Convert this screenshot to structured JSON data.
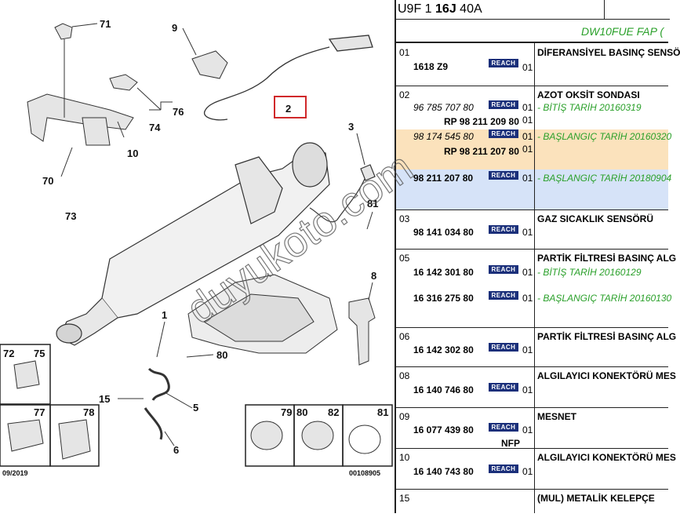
{
  "header": {
    "model_a": "U9F 1 ",
    "model_b": "16J",
    "model_c": " 40A",
    "engine": "DW10FUE FAP ("
  },
  "diagram": {
    "callouts": [
      "71",
      "9",
      "76",
      "74",
      "10",
      "70",
      "73",
      "2",
      "3",
      "81",
      "8",
      "1",
      "80",
      "15",
      "5",
      "6"
    ],
    "date_code": "09/2019",
    "ref_code": "00108905",
    "inset_left_labels": [
      "72",
      "75",
      "77",
      "78"
    ],
    "inset_right_labels": [
      "79",
      "80",
      "82",
      "81"
    ]
  },
  "watermark": "duyukoto.com",
  "rows": [
    {
      "idx": "01",
      "desc": "DİFERANSİYEL BASINÇ SENSÖ",
      "parts": [
        {
          "pn": "1618 Z9",
          "reach": "REACH",
          "qty": "01"
        }
      ]
    },
    {
      "idx": "02",
      "desc": "AZOT OKSİT SONDASI",
      "parts": [
        {
          "pn": "96 785 707 80",
          "reach": "REACH",
          "qty": "01",
          "note": "- BİTİŞ TARİH 20160319"
        },
        {
          "pn": "RP 98 211 209 80",
          "qty": "01"
        },
        {
          "pn": "98 174 545 80",
          "reach": "REACH",
          "qty": "01",
          "note": "- BAŞLANGIÇ TARİH 20160320"
        },
        {
          "pn": "RP 98 211 207 80",
          "qty": "01"
        },
        {
          "pn": "98 211 207 80",
          "reach": "REACH",
          "qty": "01",
          "note": "- BAŞLANGIÇ TARİH 20180904"
        }
      ]
    },
    {
      "idx": "03",
      "desc": "GAZ SICAKLIK SENSÖRÜ",
      "parts": [
        {
          "pn": "98 141 034 80",
          "reach": "REACH",
          "qty": "01"
        }
      ]
    },
    {
      "idx": "05",
      "desc": "PARTİK FİLTRESİ BASINÇ ALG",
      "parts": [
        {
          "pn": "16 142 301 80",
          "reach": "REACH",
          "qty": "01",
          "note": "- BİTİŞ TARİH 20160129"
        },
        {
          "pn": "16 316 275 80",
          "reach": "REACH",
          "qty": "01",
          "note": "- BAŞLANGIÇ TARİH 20160130"
        }
      ]
    },
    {
      "idx": "06",
      "desc": "PARTİK FİLTRESİ BASINÇ ALG",
      "parts": [
        {
          "pn": "16 142 302 80",
          "reach": "REACH",
          "qty": "01"
        }
      ]
    },
    {
      "idx": "08",
      "desc": "ALGILAYICI KONEKTÖRÜ MES",
      "parts": [
        {
          "pn": "16 140 746 80",
          "reach": "REACH",
          "qty": "01"
        }
      ]
    },
    {
      "idx": "09",
      "desc": "MESNET",
      "parts": [
        {
          "pn": "16 077 439 80",
          "reach": "REACH",
          "qty": "01",
          "extra": "NFP"
        }
      ]
    },
    {
      "idx": "10",
      "desc": "ALGILAYICI KONEKTÖRÜ MES",
      "parts": [
        {
          "pn": "16 140 743 80",
          "reach": "REACH",
          "qty": "01"
        }
      ]
    },
    {
      "idx": "15",
      "desc": "(MUL) METALİK KELEPÇE",
      "parts": []
    }
  ],
  "colors": {
    "reach_bg": "#1a2f7a",
    "note_green": "#2aa02a",
    "band_orange": "#fbe2bc",
    "band_blue": "#d6e3f8",
    "callout_red": "#d0282a"
  }
}
